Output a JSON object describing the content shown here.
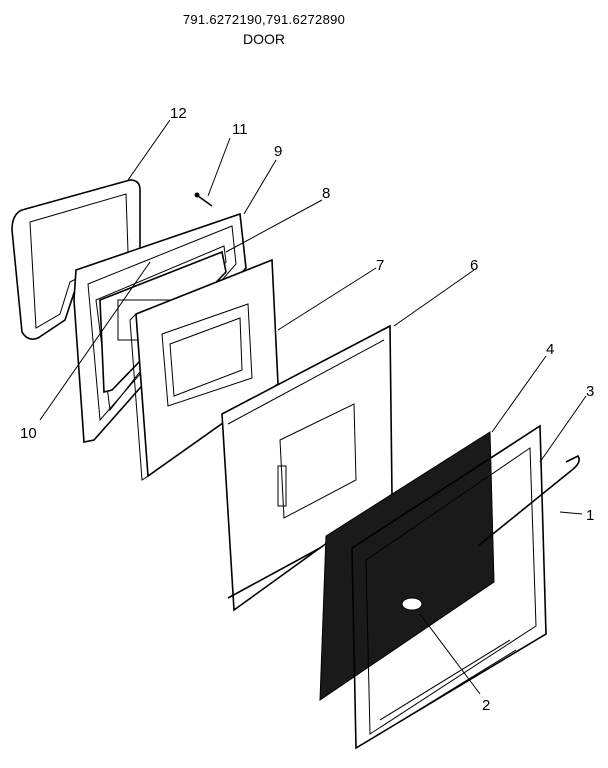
{
  "header": {
    "model_numbers": "791.6272190,791.6272890",
    "title": "DOOR"
  },
  "callouts": [
    "1",
    "2",
    "3",
    "4",
    "6",
    "7",
    "8",
    "9",
    "10",
    "11",
    "12"
  ]
}
